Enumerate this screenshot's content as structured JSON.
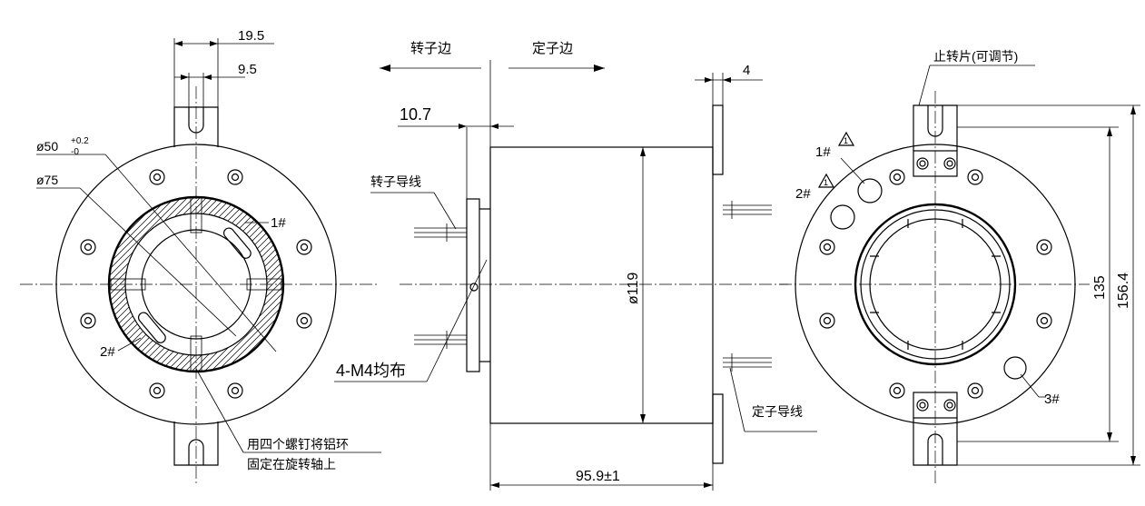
{
  "rotor_side_label": "转子边",
  "stator_side_label": "定子边",
  "rotor_wire_label": "转子导线",
  "stator_wire_label": "定子导线",
  "anti_rotation_tab_label": "止转片(可调节)",
  "mounting_note_line1": "用四个螺钉将铝环",
  "mounting_note_line2": "固定在旋转轴上",
  "screw_spec": "4-M4均布",
  "dimensions": {
    "slot_width_outer": "19.5",
    "slot_width_inner": "9.5",
    "bore_diameter": "ø50",
    "bore_tol_upper": "+0.2",
    "bore_tol_lower": "-0",
    "ring_diameter": "ø75",
    "flange_offset": "10.7",
    "flange_thickness": "4",
    "body_diameter": "ø119",
    "body_length": "95.9±1",
    "hole_pitch": "135",
    "overall_height": "156.4"
  },
  "markers": {
    "one": "1#",
    "two": "2#",
    "three": "3#",
    "warn": "1"
  }
}
